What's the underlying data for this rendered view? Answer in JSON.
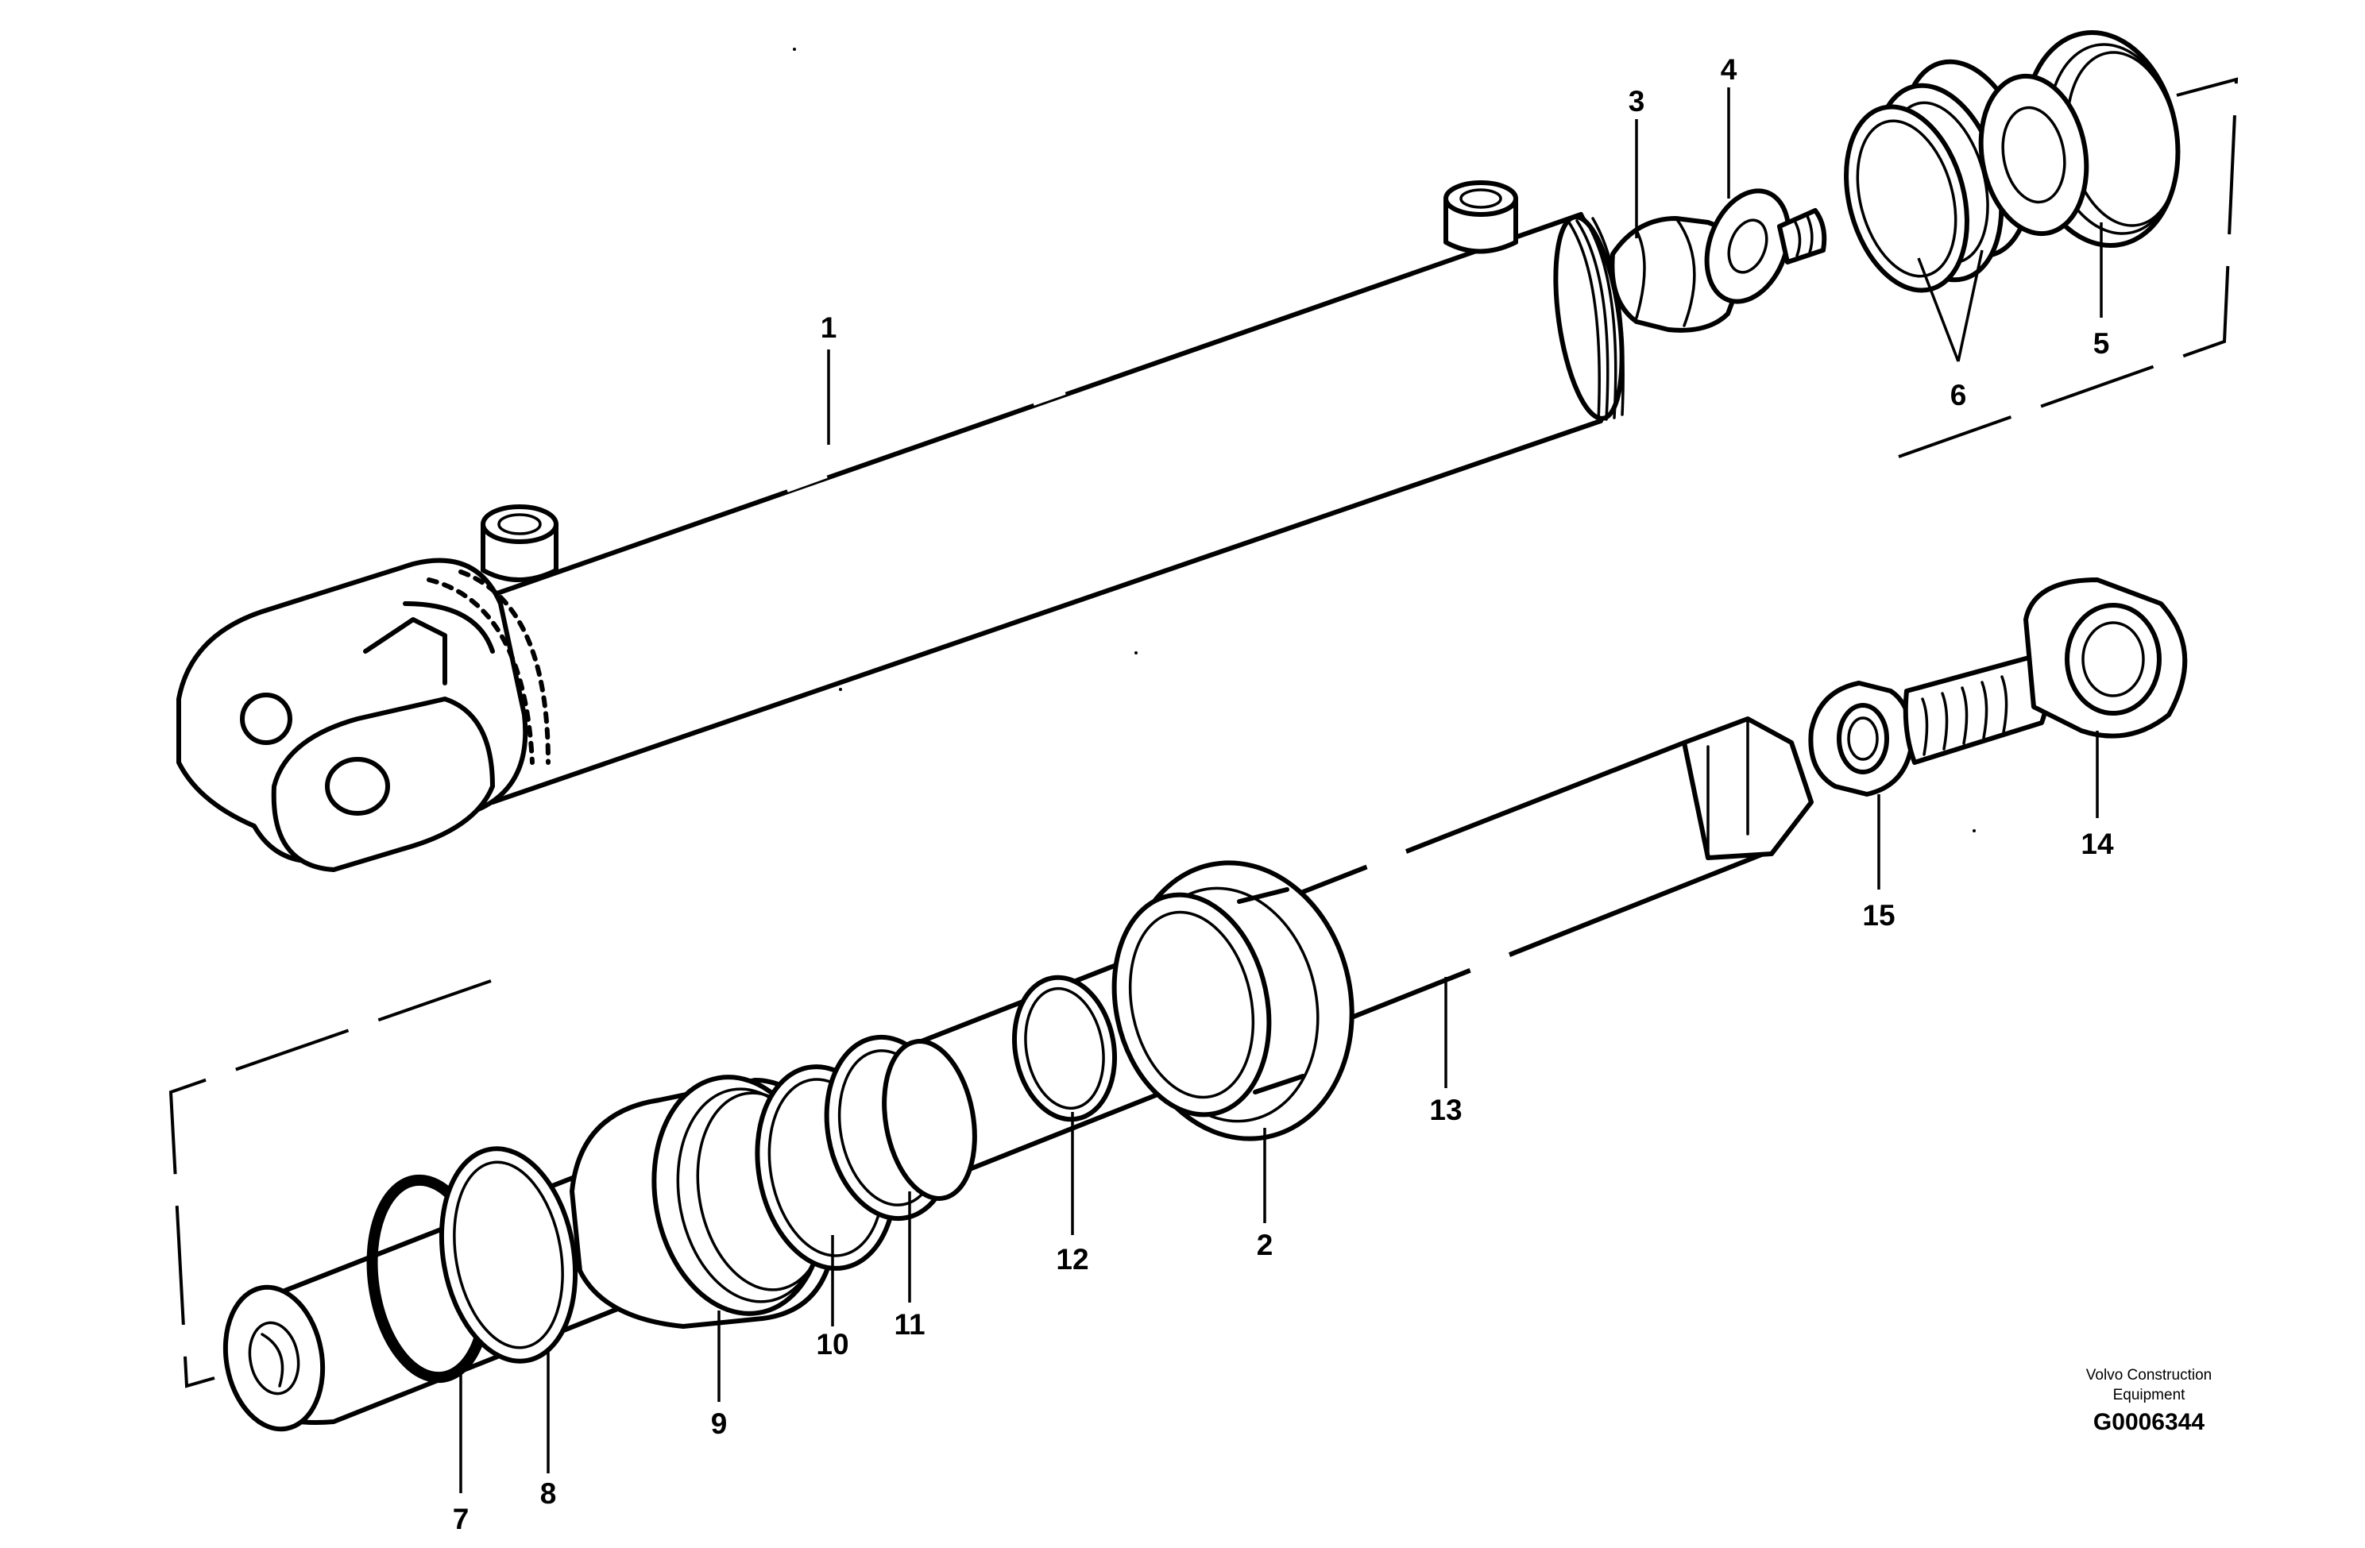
{
  "callouts": {
    "c1": "1",
    "c2": "2",
    "c3": "3",
    "c4": "4",
    "c5": "5",
    "c6": "6",
    "c7": "7",
    "c8": "8",
    "c9": "9",
    "c10": "10",
    "c11": "11",
    "c12": "12",
    "c13": "13",
    "c14": "14",
    "c15": "15"
  },
  "footer": {
    "company_line1": "Volvo Construction",
    "company_line2": "Equipment",
    "drawing_code": "G0006344"
  }
}
